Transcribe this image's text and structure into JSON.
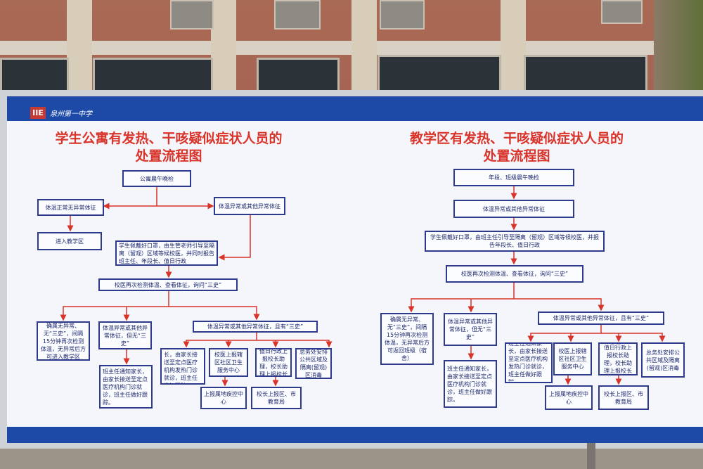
{
  "logo": {
    "mark": "IIE",
    "text": "泉州第一中学"
  },
  "left": {
    "title_line1": "学生公寓有发热、干咳疑似症状人员的",
    "title_line2": "处置流程图",
    "boxes": {
      "start": "公寓晨午晚检",
      "normal": "体温正常无异常体征",
      "abnormal": "体温异常或其他异常体征",
      "enter": "进入教学区",
      "isolate": "学生佩戴好口罩，由生管老师引导至隔离（留观）区域等候校医，并同时报告班主任、年段长、值日行政",
      "recheck": "校医再次检测体温、查看体征，询问“三史”",
      "conf_normal": "确属无异常、无“三史”，间隔15分钟再次检测体温，无异常后方可进入教学区",
      "abn_no3": "体温异常或其他异常体征，但无“三史”",
      "abn_3": "体温异常或其他异常体征，且有“三史”",
      "teacher_notify": "班主任通知家长，由家长接送至定点医疗机构发热门诊就诊，班主任做好跟踪。",
      "teacher_notify2": "班主任通知家长，由家长接送至定点医疗机构门诊就诊，班主任做好跟踪。",
      "doctor_report": "校医上报辖区社区卫生服务中心",
      "duty_report": "值日行政上报校长助理，校长助理上报校长",
      "affairs": "总务处安排公共区域及隔离(留观)区消毒",
      "cdc": "上报属地疾控中心",
      "edu": "校长上报区、市教育局"
    }
  },
  "right": {
    "title_line1": "教学区有发热、干咳疑似症状人员的",
    "title_line2": "处置流程图",
    "boxes": {
      "start": "年段、班级晨午晚检",
      "abnormal": "体温异常或其他异常体征",
      "isolate": "学生佩戴好口罩，由班主任引导至隔离（留观）区域等候校医，并报告年段长、值日行政",
      "recheck": "校医再次检测体温、查看体征，询问“三史”",
      "conf_normal": "确属无异常、无“三史”，间隔15分钟再次检测体温，无异常后方可返回班级（宿舍）",
      "abn_no3": "体温异常或其他异常体征，但无“三史”",
      "abn_3": "体温异常或其他异常体征，且有“三史”",
      "teacher_notify": "班主任通知家长，由家长接送至定点医疗机构发热门诊就诊，班主任做好跟踪。",
      "teacher_notify2": "班主任通知家长，由家长接送至定点医疗机构门诊就诊，班主任做好跟踪。",
      "doctor_report": "校医上报辖区社区卫生服务中心",
      "duty_report": "值日行政上报校长助理，校长助理上报校长",
      "affairs": "总务处安排公共区域及隔离(留观)区消毒",
      "cdc": "上报属地疾控中心",
      "edu": "校长上报区、市教育局"
    }
  },
  "colors": {
    "arrow": "#d9342a",
    "box_border": "#2e3a8c",
    "title": "#d9342a",
    "bar": "#1c4aa6"
  }
}
